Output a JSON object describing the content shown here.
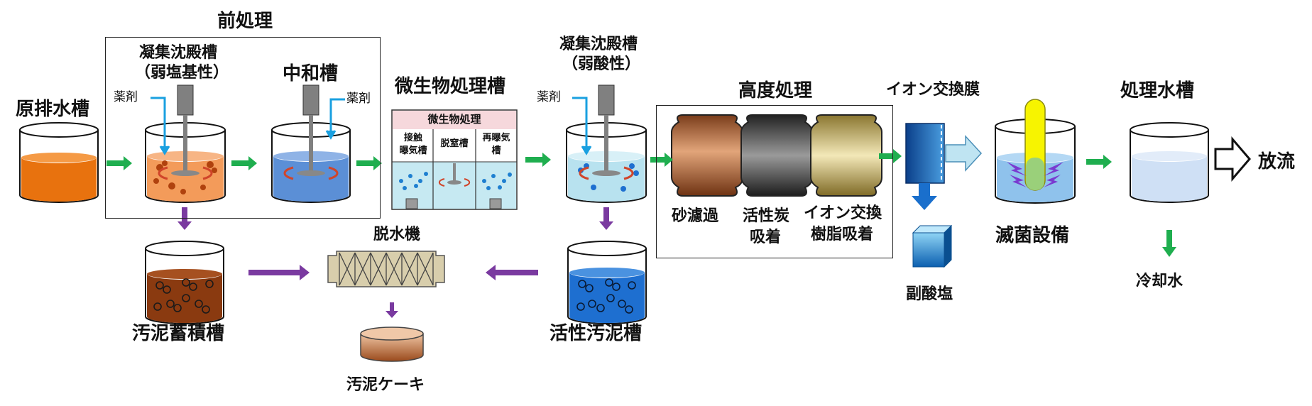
{
  "labels": {
    "pretreatment": "前処理",
    "raw_tank": "原排水槽",
    "coag1_line1": "凝集沈殿槽",
    "coag1_line2": "（弱塩基性）",
    "neutral": "中和槽",
    "chem": "薬剤",
    "micro_title": "微生物処理槽",
    "micro_inner": "微生物処理",
    "micro_sub1a": "接触",
    "micro_sub1b": "曝気槽",
    "micro_sub2": "脱窒槽",
    "micro_sub3a": "再曝気",
    "micro_sub3b": "槽",
    "coag2_line1": "凝集沈殿槽",
    "coag2_line2": "（弱酸性）",
    "advanced": "高度処理",
    "sand": "砂濾過",
    "carbon_a": "活性炭",
    "carbon_b": "吸着",
    "resin_a": "イオン交換",
    "resin_b": "樹脂吸着",
    "ion_membrane": "イオン交換膜",
    "byproduct": "副酸塩",
    "sterilize": "滅菌設備",
    "treated_tank": "処理水槽",
    "discharge": "放流",
    "cooling": "冷却水",
    "sludge_store": "汚泥蓄積槽",
    "dewater": "脱水機",
    "cake": "汚泥ケーキ",
    "activated_sludge": "活性汚泥槽"
  },
  "colors": {
    "flow_arrow": "#1fae4f",
    "sludge_arrow": "#7a3aa0",
    "chem_arrow": "#1aa0e0",
    "raw_water": "#e8720e",
    "coag1_water": "#f39b5a",
    "neutral_water": "#5b8fd6",
    "coag2_water": "#b8e2ef",
    "sludge_store": "#8a3a10",
    "activated_sludge": "#1e6fd0",
    "treated_water": "#cfe0f5",
    "sand": "#b86a3a",
    "carbon": "#555555",
    "resin": "#d9c47a",
    "lamp": "#f7f400"
  },
  "icons": [
    "mixer-icon",
    "bubble-icon",
    "filter-icon",
    "uv-lamp-icon",
    "dewatering-press-icon",
    "byproduct-cube-icon",
    "outline-arrow-icon"
  ]
}
